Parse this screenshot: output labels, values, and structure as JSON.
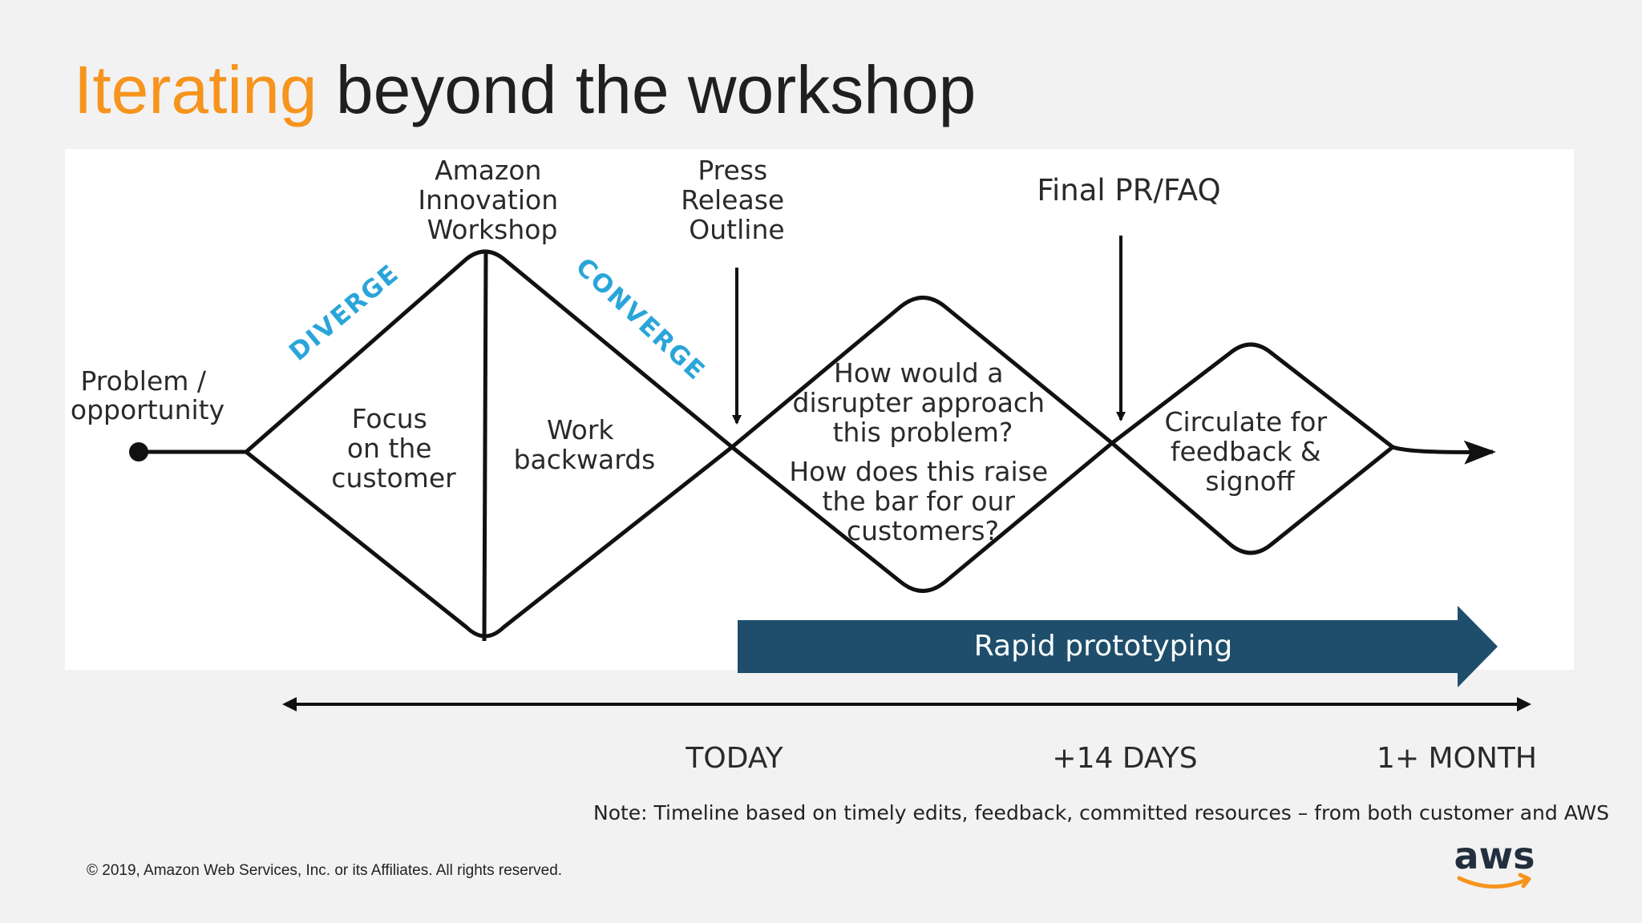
{
  "slide": {
    "title_accent": "Iterating",
    "title_rest": "beyond the workshop",
    "copyright": "© 2019, Amazon Web Services, Inc. or its Affiliates. All rights reserved.",
    "note": "Note: Timeline based on timely edits, feedback, committed resources – from both customer and AWS",
    "logo_text": "aws"
  },
  "diagram": {
    "start_label": [
      "Problem /",
      "opportunity"
    ],
    "workshop_label": [
      "Amazon",
      "Innovation",
      "Workshop"
    ],
    "press_release_label": [
      "Press",
      "Release",
      "Outline"
    ],
    "final_label": "Final PR/FAQ",
    "diverge": "DIVERGE",
    "converge": "CONVERGE",
    "focus_text": [
      "Focus",
      "on the",
      "customer"
    ],
    "work_text": [
      "Work",
      "backwards"
    ],
    "disrupt_q1": [
      "How would a",
      "disrupter approach",
      "this problem?"
    ],
    "disrupt_q2": [
      "How does this raise",
      "the bar for our",
      "customers?"
    ],
    "circulate_text": [
      "Circulate for",
      "feedback &",
      "signoff"
    ],
    "prototyping": "Rapid prototyping",
    "accent_blue": "#2aa5d9",
    "banner_color": "#1e4e6b"
  },
  "timeline": {
    "today": "TODAY",
    "plus14": "+14 DAYS",
    "month": "1+ MONTH"
  }
}
